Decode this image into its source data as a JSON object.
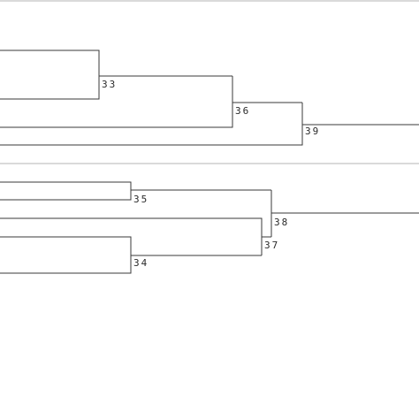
{
  "tree": {
    "nodes": [
      {
        "id": "n33",
        "label": "33",
        "children": [
          "leaf-a1",
          "leaf-a2"
        ]
      },
      {
        "id": "n36",
        "label": "36",
        "children": [
          "n33",
          "leaf-a3"
        ]
      },
      {
        "id": "n39",
        "label": "39",
        "children": [
          "n36",
          "leaf-a4"
        ]
      },
      {
        "id": "n35",
        "label": "35",
        "children": [
          "leaf-b1",
          "leaf-b2"
        ]
      },
      {
        "id": "n34",
        "label": "34",
        "children": [
          "leaf-b4",
          "leaf-b5"
        ]
      },
      {
        "id": "n37",
        "label": "37",
        "children": [
          "leaf-b3",
          "n34"
        ]
      },
      {
        "id": "n38",
        "label": "38",
        "children": [
          "n35",
          "n37"
        ]
      }
    ]
  },
  "colors": {
    "line": "#3a3a3a",
    "separator": "#b5b5b5",
    "label": "#2a2a2a"
  }
}
